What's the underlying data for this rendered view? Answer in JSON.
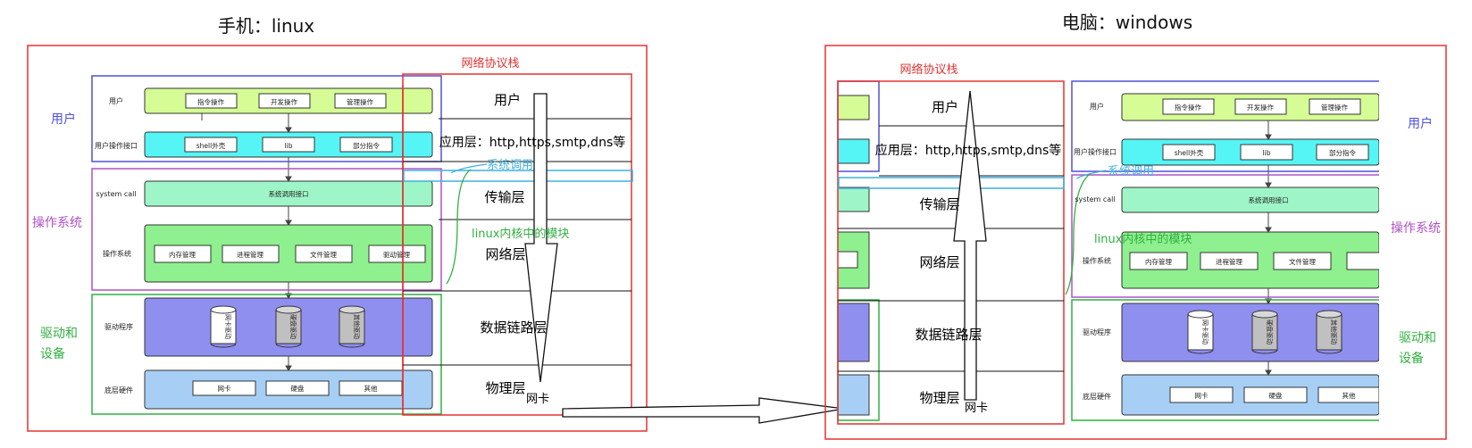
{
  "colors": {
    "red": "#e53030",
    "user_blue": "#5050d8",
    "os_purple": "#b050c8",
    "driver_green": "#30b040",
    "syscall_blue": "#3fb0e0",
    "bar_lime": "#d6fc96",
    "bar_cyan": "#55f5f5",
    "bar_mint": "#9ef5c8",
    "bar_green": "#8ef08e",
    "bar_violet": "#8f8ff0",
    "bar_sky": "#a7cff5"
  },
  "left": {
    "title": "手机：linux",
    "side_user": "用户",
    "side_os": "操作系统",
    "side_driver": [
      "驱动和",
      "设备"
    ],
    "stack_label": "网络协议栈",
    "syscall_label": "系统调用",
    "kernel_label": "linux内核中的模块",
    "nic_label": "网卡"
  },
  "right": {
    "title": "电脑：windows",
    "side_user": "用户",
    "side_os": "操作系统",
    "side_driver": [
      "驱动和",
      "设备"
    ],
    "stack_label": "网络协议栈",
    "syscall_label": "系统调用",
    "kernel_label": "linux内核中的模块",
    "nic_label": "网卡"
  },
  "layers": [
    "用户",
    "应用层：http,https,smtp,dns等",
    "传输层",
    "网络层",
    "数据链路层",
    "物理层"
  ],
  "rows": {
    "user": {
      "label": "用户",
      "boxes": [
        "指令操作",
        "开发操作",
        "管理操作"
      ]
    },
    "shell": {
      "label": "用户操作接口",
      "boxes": [
        "shell外壳",
        "lib",
        "部分指令"
      ]
    },
    "syscall": {
      "label": "system call",
      "boxes": [
        "系统调用接口"
      ]
    },
    "os": {
      "label": "操作系统",
      "boxes": [
        "内存管理",
        "进程管理",
        "文件管理",
        "驱动管理"
      ]
    },
    "driver": {
      "label": "驱动程序",
      "cylinders": [
        "网卡驱动",
        "硬盘驱动",
        "其他驱动"
      ]
    },
    "hw": {
      "label": "底层硬件",
      "boxes": [
        "网卡",
        "硬盘",
        "其他"
      ]
    }
  }
}
